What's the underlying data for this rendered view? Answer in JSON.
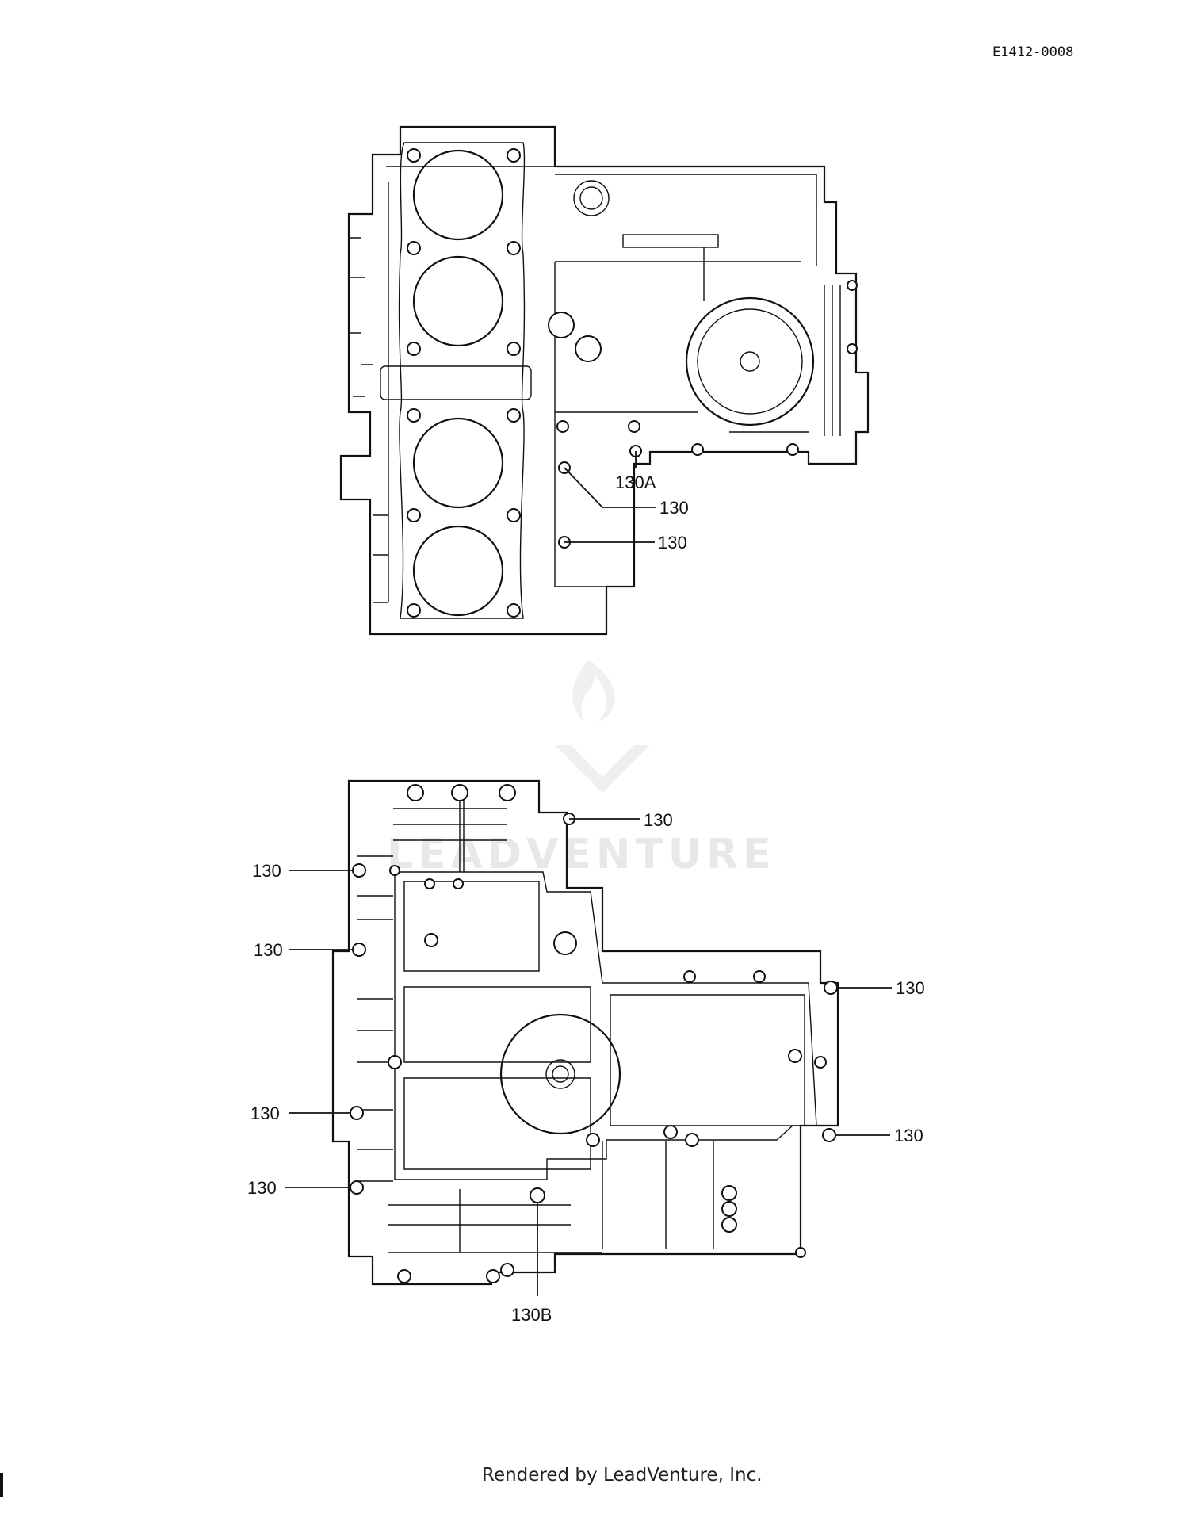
{
  "header": {
    "diagram_code": "E1412-0008"
  },
  "watermark": {
    "text": "LEADVENTURE"
  },
  "footer": {
    "text": "Rendered by LeadVenture, Inc."
  },
  "callouts": {
    "upper": [
      "130A",
      "130",
      "130"
    ],
    "lower": [
      "130",
      "130",
      "130",
      "130",
      "130",
      "130",
      "130",
      "130B"
    ]
  }
}
